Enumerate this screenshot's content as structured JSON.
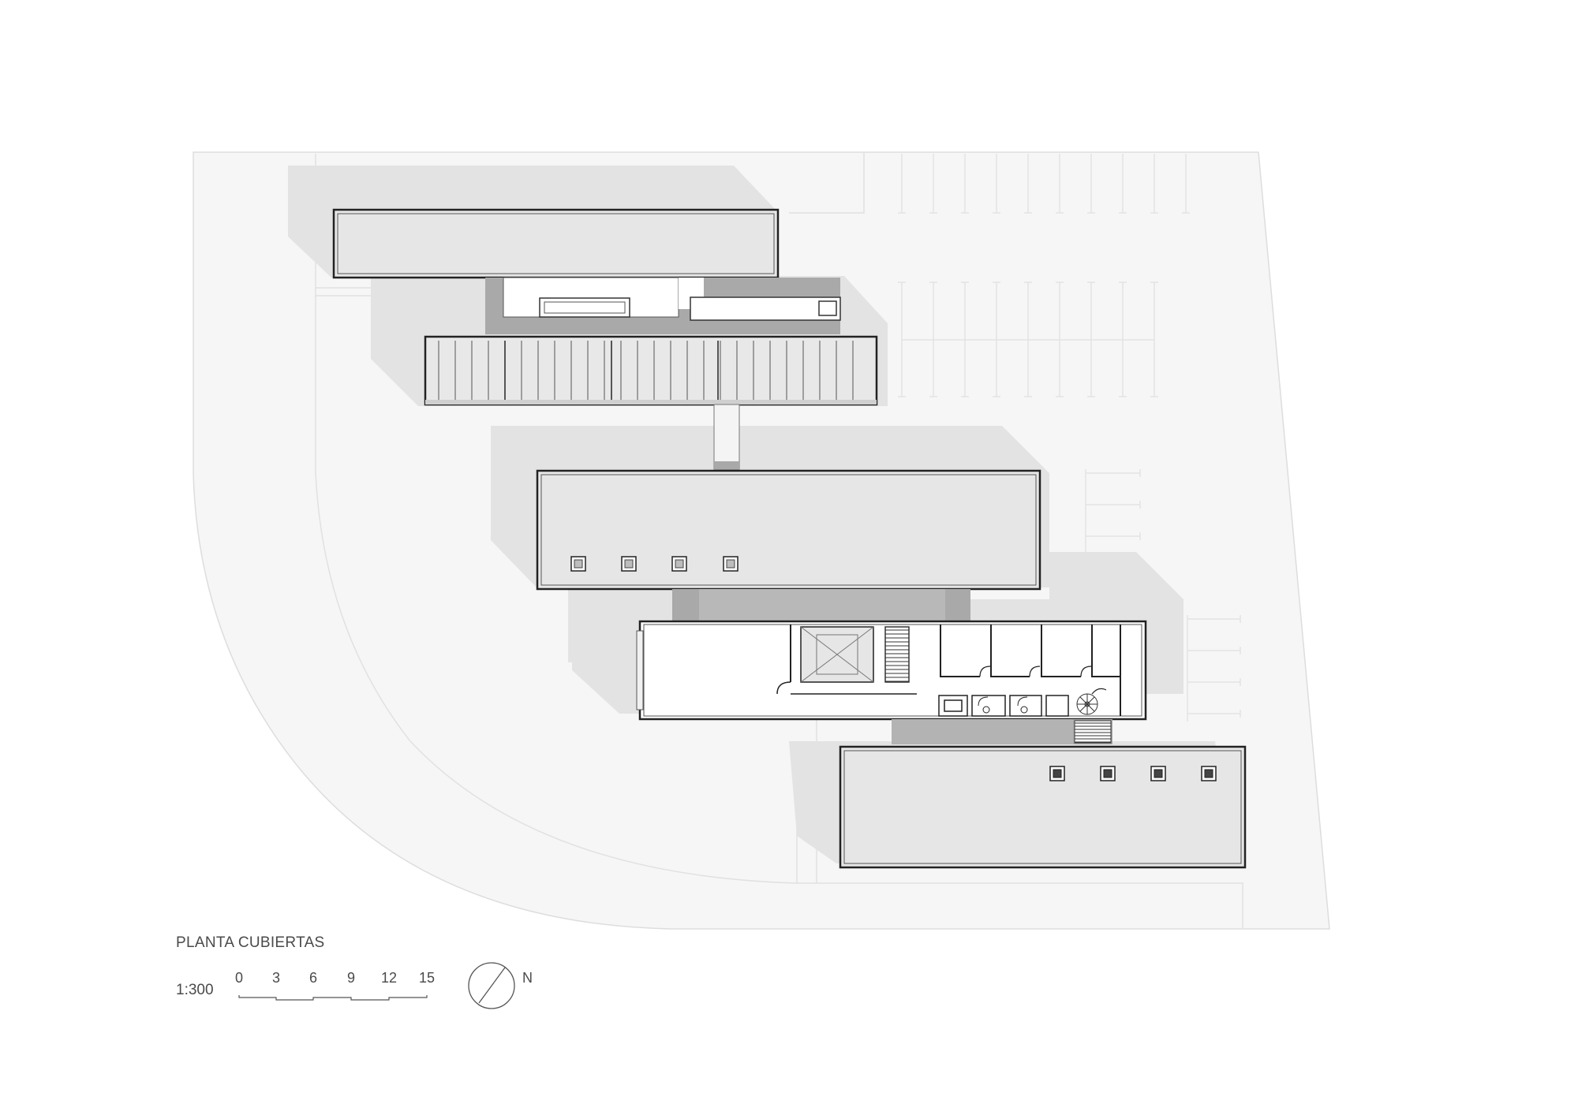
{
  "drawing": {
    "title": "PLANTA CUBIERTAS",
    "scale_ratio": "1:300",
    "scale_ticks": [
      "0",
      "3",
      "6",
      "9",
      "12",
      "15"
    ],
    "north_label": "N"
  },
  "colors": {
    "site": "#f6f6f6",
    "site_line": "#d9d9d9",
    "shadow": "#e3e3e3",
    "roof": "#e6e6e6",
    "floor": "#ffffff",
    "walls": "#222222",
    "dark_gray": "#a9a9a9",
    "text": "#4a4a4a"
  },
  "icons": [
    "north-arrow-icon",
    "skylight-icon",
    "door-swing-icon",
    "spiral-stair-icon"
  ]
}
